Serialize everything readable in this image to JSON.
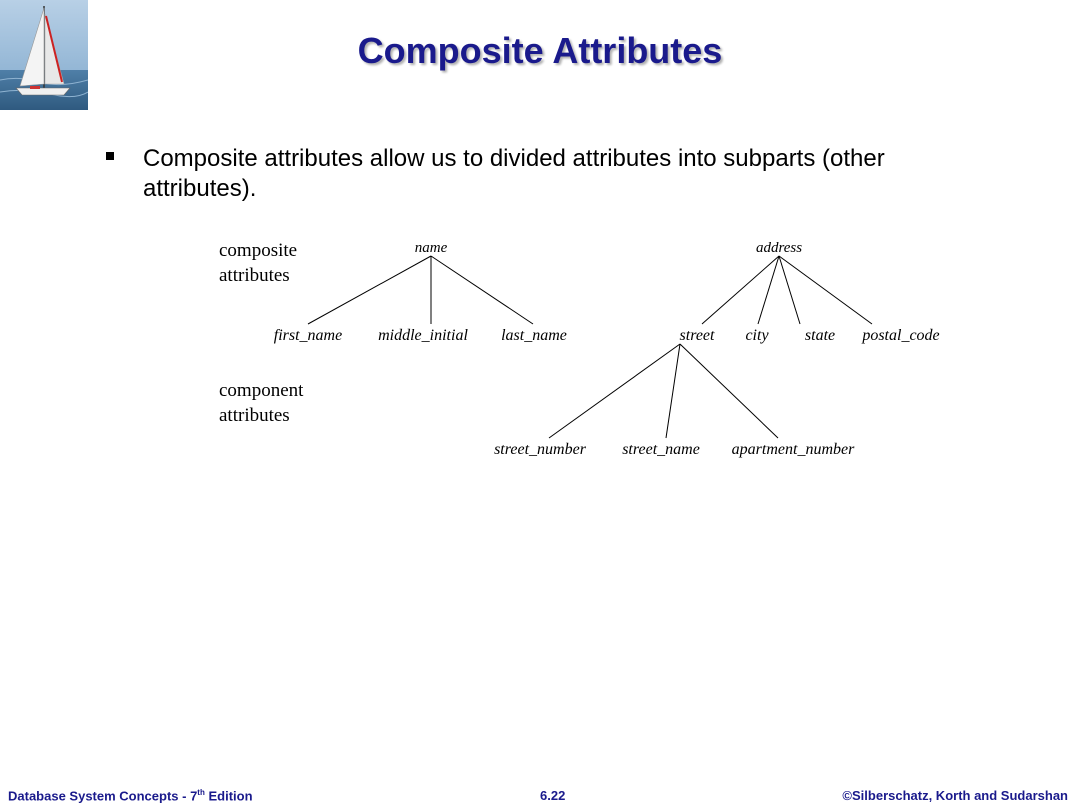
{
  "slide": {
    "title": "Composite Attributes",
    "bullets": [
      "Composite attributes allow us to divided attributes  into subparts (other attributes)."
    ]
  },
  "diagram": {
    "labels": {
      "composite_line1": "composite",
      "composite_line2": "attributes",
      "component_line1": "component",
      "component_line2": "attributes"
    },
    "nodes": {
      "name": "name",
      "first_name": "first_name",
      "middle_initial": "middle_initial",
      "last_name": "last_name",
      "address": "address",
      "street": "street",
      "city": "city",
      "state": "state",
      "postal_code": "postal_code",
      "street_number": "street_number",
      "street_name": "street_name",
      "apartment_number": "apartment_number"
    }
  },
  "footer": {
    "left_prefix": "Database System Concepts - 7",
    "left_sup": "th",
    "left_suffix": " Edition",
    "center": "6.22",
    "right": "©Silberschatz, Korth  and Sudarshan"
  },
  "colors": {
    "title": "#1a1a8c",
    "footer": "#1a1a8c"
  }
}
